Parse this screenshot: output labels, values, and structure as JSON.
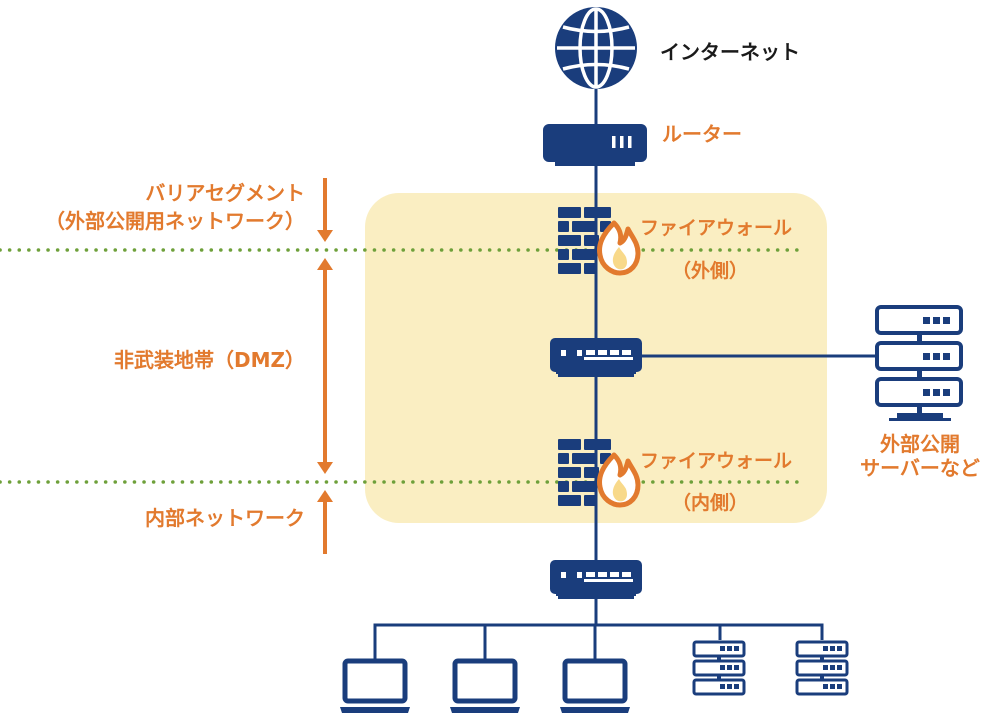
{
  "labels": {
    "internet": "インターネット",
    "router": "ルーター",
    "barrier_segment_line1": "バリアセグメント",
    "barrier_segment_line2": "（外部公開用ネットワーク）",
    "firewall_outer": "ファイアウォール",
    "firewall_outer_side": "（外側）",
    "dmz": "非武装地帯（DMZ）",
    "public_servers_line1": "外部公開",
    "public_servers_line2": "サーバーなど",
    "firewall_inner": "ファイアウォール",
    "firewall_inner_side": "（内側）",
    "internal_network": "内部ネットワーク"
  },
  "colors": {
    "navy": "#1a3d7c",
    "orange": "#e27a2e",
    "dmz_fill": "#faeec2",
    "dotted_green": "#6ea03a",
    "flame_yellow": "#f8d98a"
  },
  "icons": {
    "internet": "globe-icon",
    "router": "router-icon",
    "firewall": "firewall-icon",
    "switch": "network-switch-icon",
    "server": "server-rack-icon",
    "laptop": "laptop-icon"
  }
}
